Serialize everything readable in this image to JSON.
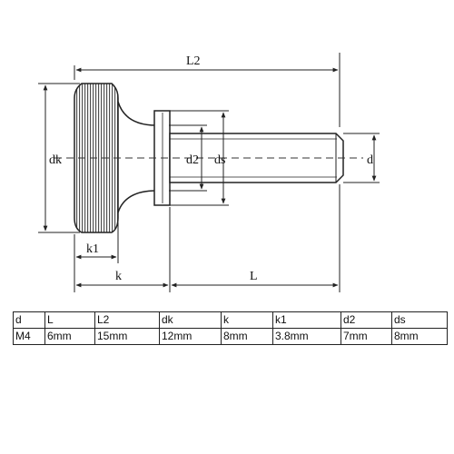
{
  "labels": {
    "L2": "L2",
    "dk": "dk",
    "d2": "d2",
    "ds": "ds",
    "d": "d",
    "k1": "k1",
    "k": "k",
    "L": "L"
  },
  "table": {
    "headers": [
      "d",
      "L",
      "L2",
      "dk",
      "k",
      "k1",
      "d2",
      "ds"
    ],
    "values": [
      "M4",
      "6mm",
      "15mm",
      "12mm",
      "8mm",
      "3.8mm",
      "7mm",
      "8mm"
    ]
  }
}
